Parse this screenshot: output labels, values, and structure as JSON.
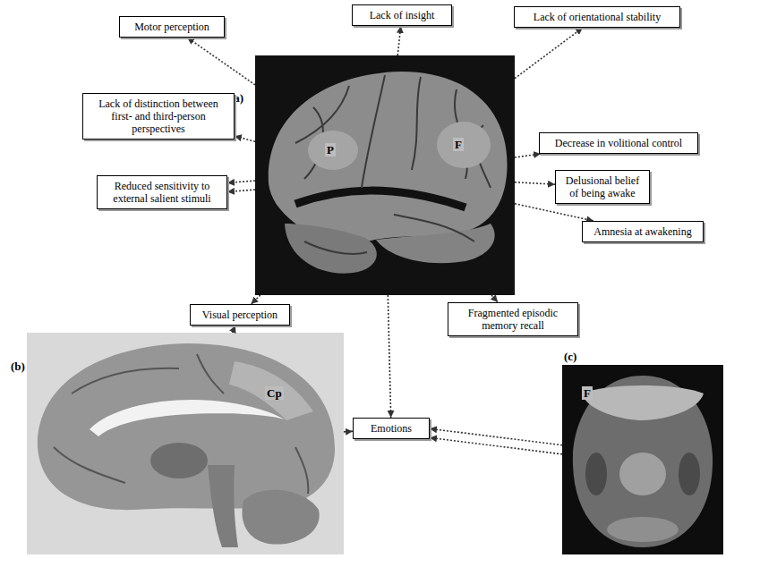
{
  "diagram": {
    "nodes": [
      {
        "text": [
          "Motor perception"
        ]
      },
      {
        "text": [
          "Lack of insight"
        ]
      },
      {
        "text": [
          "Lack of orientational stability"
        ]
      },
      {
        "text": [
          "(a)",
          "P",
          "F"
        ]
      },
      {
        "text": [
          "Lack of distinction between first- and third-person perspectives"
        ]
      },
      {
        "text": [
          "Decrease in volitional control"
        ]
      },
      {
        "text": [
          "Reduced sensitivity to external salient stimuli"
        ]
      },
      {
        "text": [
          "Delusional belief of being awake"
        ]
      },
      {
        "text": [
          "Amnesia at awakening"
        ]
      },
      {
        "text": [
          "Fragmented episodic memory recall"
        ]
      },
      {
        "text": [
          "Visual perception"
        ]
      },
      {
        "text": [
          "(b)",
          "Cp"
        ]
      },
      {
        "text": [
          "Emotions"
        ]
      },
      {
        "text": [
          "(c)",
          "F"
        ]
      }
    ],
    "edges": [
      {
        "from": 3,
        "to": 0,
        "arrow": "to"
      },
      {
        "from": 3,
        "to": 1,
        "arrow": "to"
      },
      {
        "from": 3,
        "to": 2,
        "arrow": "to"
      },
      {
        "from": 3,
        "to": 4,
        "arrow": "to"
      },
      {
        "from": 3,
        "to": 5,
        "arrow": "to"
      },
      {
        "from": 3,
        "to": 6,
        "arrow": "to"
      },
      {
        "from": 3,
        "to": 6,
        "arrow": "to"
      },
      {
        "from": 3,
        "to": 7,
        "arrow": "to"
      },
      {
        "from": 3,
        "to": 8,
        "arrow": "to"
      },
      {
        "from": 3,
        "to": 9,
        "arrow": "to"
      },
      {
        "from": 3,
        "to": 10,
        "arrow": "to"
      },
      {
        "from": 3,
        "to": 12,
        "arrow": "to"
      },
      {
        "from": 11,
        "to": 10,
        "arrow": "to"
      },
      {
        "from": 11,
        "to": 12,
        "arrow": "to"
      },
      {
        "from": 13,
        "to": 12,
        "arrow": "to"
      },
      {
        "from": 13,
        "to": 12,
        "arrow": "to"
      }
    ]
  }
}
